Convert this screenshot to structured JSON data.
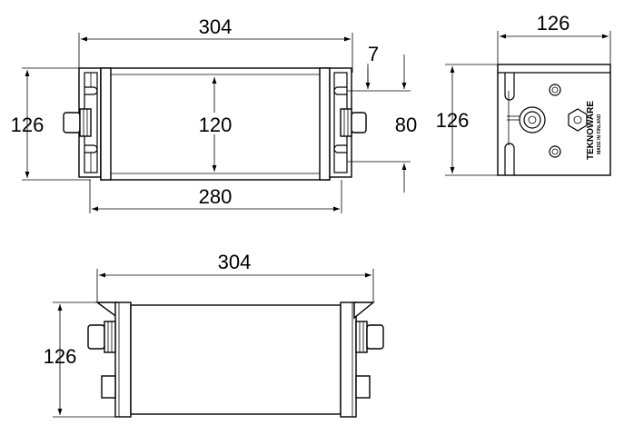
{
  "top_view": {
    "dim_overall_length": "304",
    "dim_height": "126",
    "dim_inner_height": "120",
    "dim_body_length": "280",
    "dim_mount_offset": "7",
    "dim_mount_spacing": "80"
  },
  "end_view": {
    "dim_width": "126",
    "dim_height": "126",
    "logo_brand": "TEKNOWARE",
    "logo_subtext": "MADE IN FINLAND"
  },
  "side_view": {
    "dim_overall_length": "304",
    "dim_height": "126"
  }
}
